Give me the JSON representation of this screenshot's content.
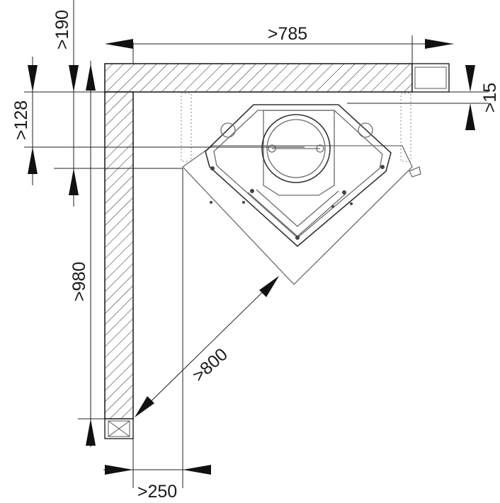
{
  "diagram": {
    "dimensions": {
      "top_width": ">785",
      "wall_offset_top": ">190",
      "left_offset": ">128",
      "right_clearance": ">15",
      "wall_length": ">980",
      "diagonal_clearance": ">800",
      "bottom_offset": ">250"
    }
  }
}
